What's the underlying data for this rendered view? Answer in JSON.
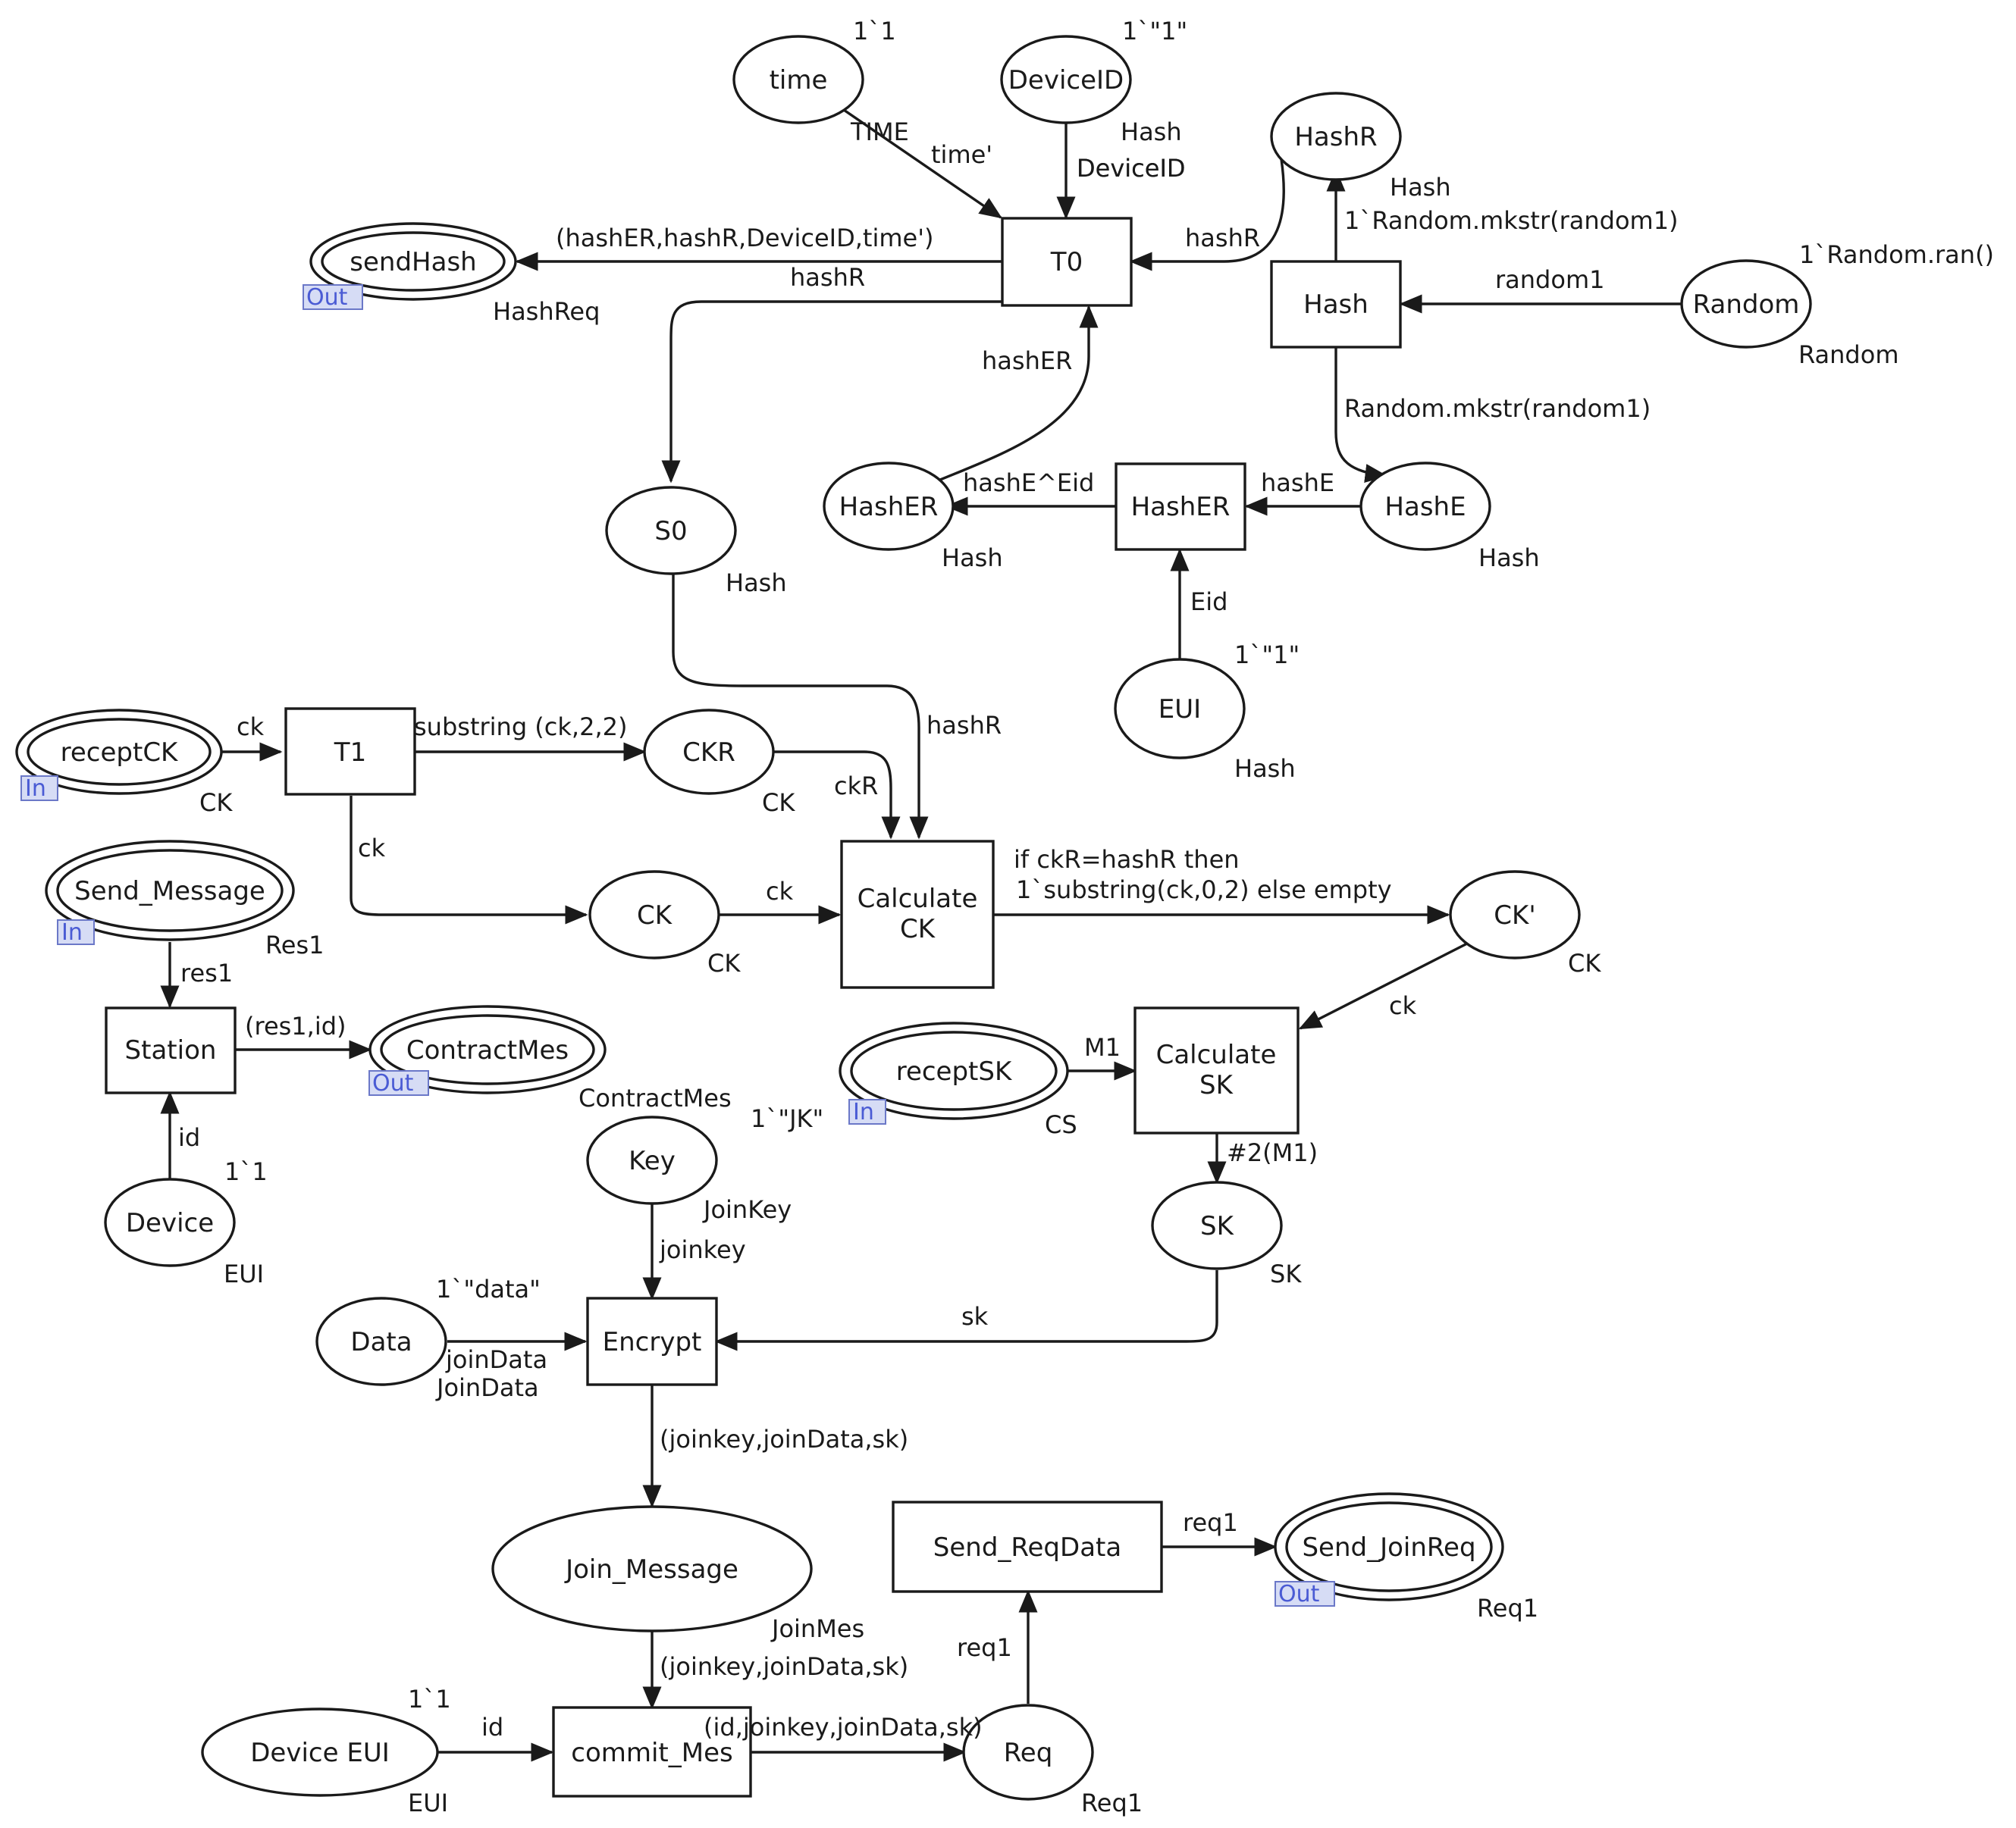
{
  "places": {
    "time": {
      "name": "time",
      "type": "TIME",
      "marking": "1`1"
    },
    "deviceid": {
      "name": "DeviceID",
      "type_line1": "Hash",
      "type_line2": "DeviceID",
      "marking": "1`\"1\""
    },
    "hashr": {
      "name": "HashR",
      "type": "Hash",
      "marking": "1`Random.mkstr(random1)"
    },
    "sendhash": {
      "name": "sendHash",
      "type": "HashReq",
      "port": "Out"
    },
    "random": {
      "name": "Random",
      "type": "Random",
      "marking": "1`Random.ran()"
    },
    "s0": {
      "name": "S0",
      "type": "Hash"
    },
    "hasher_place": {
      "name": "HashER",
      "type": "Hash"
    },
    "hashe": {
      "name": "HashE",
      "type": "Hash"
    },
    "eui": {
      "name": "EUI",
      "type": "Hash",
      "marking": "1`\"1\""
    },
    "receptck": {
      "name": "receptCK",
      "type": "CK",
      "port": "In"
    },
    "ckr": {
      "name": "CKR",
      "type": "CK"
    },
    "send_message": {
      "name": "Send_Message",
      "type": "Res1",
      "port": "In"
    },
    "ck": {
      "name": "CK",
      "type": "CK"
    },
    "ckprime": {
      "name": "CK'",
      "type": "CK"
    },
    "contractmes": {
      "name": "ContractMes",
      "type": "ContractMes",
      "port": "Out"
    },
    "receptsk": {
      "name": "receptSK",
      "type": "CS",
      "port": "In",
      "marking": "1`\"JK\""
    },
    "device": {
      "name": "Device",
      "type": "EUI",
      "marking": "1`1"
    },
    "key": {
      "name": "Key",
      "type": "JoinKey"
    },
    "sk": {
      "name": "SK",
      "type": "SK"
    },
    "data": {
      "name": "Data",
      "type": "JoinData",
      "marking": "1`\"data\""
    },
    "join_message": {
      "name": "Join_Message",
      "type": "JoinMes"
    },
    "send_joinreq": {
      "name": "Send_JoinReq",
      "type": "Req1",
      "port": "Out"
    },
    "device_eui": {
      "name": "Device EUI",
      "type": "EUI",
      "marking": "1`1"
    },
    "req": {
      "name": "Req",
      "type": "Req1"
    }
  },
  "transitions": {
    "t0": {
      "name": "T0"
    },
    "hash": {
      "name": "Hash"
    },
    "hasher": {
      "name": "HashER"
    },
    "t1": {
      "name": "T1"
    },
    "calculate_ck": {
      "line1": "Calculate",
      "line2": "CK"
    },
    "station": {
      "name": "Station"
    },
    "calculate_sk": {
      "line1": "Calculate",
      "line2": "SK"
    },
    "encrypt": {
      "name": "Encrypt"
    },
    "send_reqdata": {
      "name": "Send_ReqData"
    },
    "commit_mes": {
      "name": "commit_Mes"
    }
  },
  "arcs": {
    "time_t0": "time'",
    "deviceid_t0": "DeviceID",
    "hashr_t0": "hashR",
    "t0_sendhash": "(hashER,hashR,DeviceID,time')",
    "t0_s0": "hashR",
    "hasher_t0": "hashER",
    "random_hash": "random1",
    "hash_hashe": "Random.mkstr(random1)",
    "hasher_out": "hashE^Eid",
    "hashe_hasher": "hashE",
    "eui_hasher": "Eid",
    "s0_calc": "hashR",
    "receptck_t1": "ck",
    "t1_ckr": "substring (ck,2,2)",
    "t1_ck": "ck",
    "ckr_calc": "ckR",
    "ck_calc": "ck",
    "calc_ckprime_1": "if ckR=hashR then",
    "calc_ckprime_2": "1`substring(ck,0,2) else empty",
    "ckprime_calcsk": "ck",
    "sendmsg_station": "res1",
    "station_contract": "(res1,id)",
    "device_station": "id",
    "receptsk_calcsk": "M1",
    "calcsk_sk": "#2(M1)",
    "key_encrypt": "joinkey",
    "sk_encrypt": "sk",
    "data_encrypt": "joinData",
    "encrypt_join": "(joinkey,joinData,sk)",
    "join_commit": "(joinkey,joinData,sk)",
    "deviceeui_commit": "id",
    "commit_req": "(id,joinkey,joinData,sk)",
    "req_send": "req1",
    "send_joinreq": "req1"
  }
}
